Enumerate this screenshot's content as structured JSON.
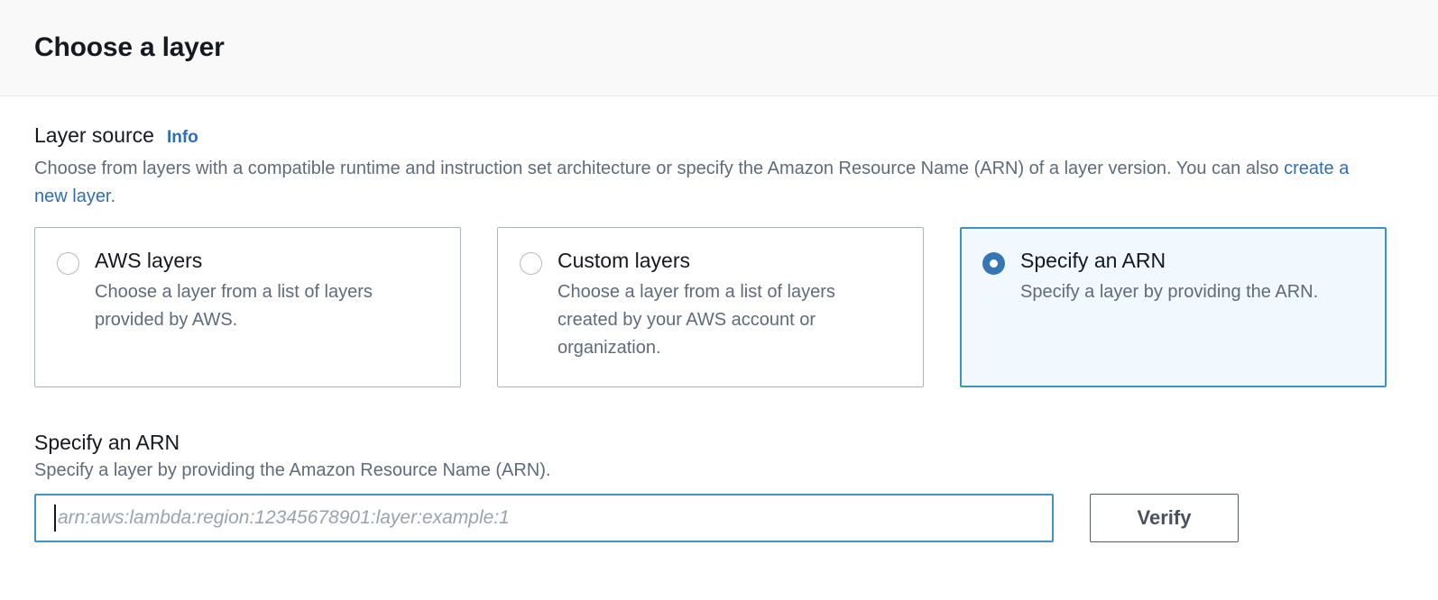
{
  "header": {
    "title": "Choose a layer"
  },
  "layer_source": {
    "label": "Layer source",
    "info_link": "Info",
    "description_part1": "Choose from layers with a compatible runtime and instruction set architecture or specify the Amazon Resource Name (ARN) of a layer version. You can also ",
    "description_link": "create a new layer",
    "description_part2": ".",
    "options": [
      {
        "title": "AWS layers",
        "description": "Choose a layer from a list of layers provided by AWS.",
        "selected": false
      },
      {
        "title": "Custom layers",
        "description": "Choose a layer from a list of layers created by your AWS account or organization.",
        "selected": false
      },
      {
        "title": "Specify an ARN",
        "description": "Specify a layer by providing the ARN.",
        "selected": true
      }
    ]
  },
  "arn_section": {
    "heading": "Specify an ARN",
    "subtext": "Specify a layer by providing the Amazon Resource Name (ARN).",
    "input_placeholder": "arn:aws:lambda:region:12345678901:layer:example:1",
    "input_value": "",
    "verify_label": "Verify"
  },
  "colors": {
    "accent_blue": "#2f6eb5",
    "selected_border": "#3d93c4",
    "selected_background": "#f1f8fe",
    "radio_checked": "#3576b5",
    "text_primary": "#16191f",
    "text_secondary": "#5f6b7a",
    "header_background": "#f9f9fa",
    "button_border": "#545b64"
  }
}
